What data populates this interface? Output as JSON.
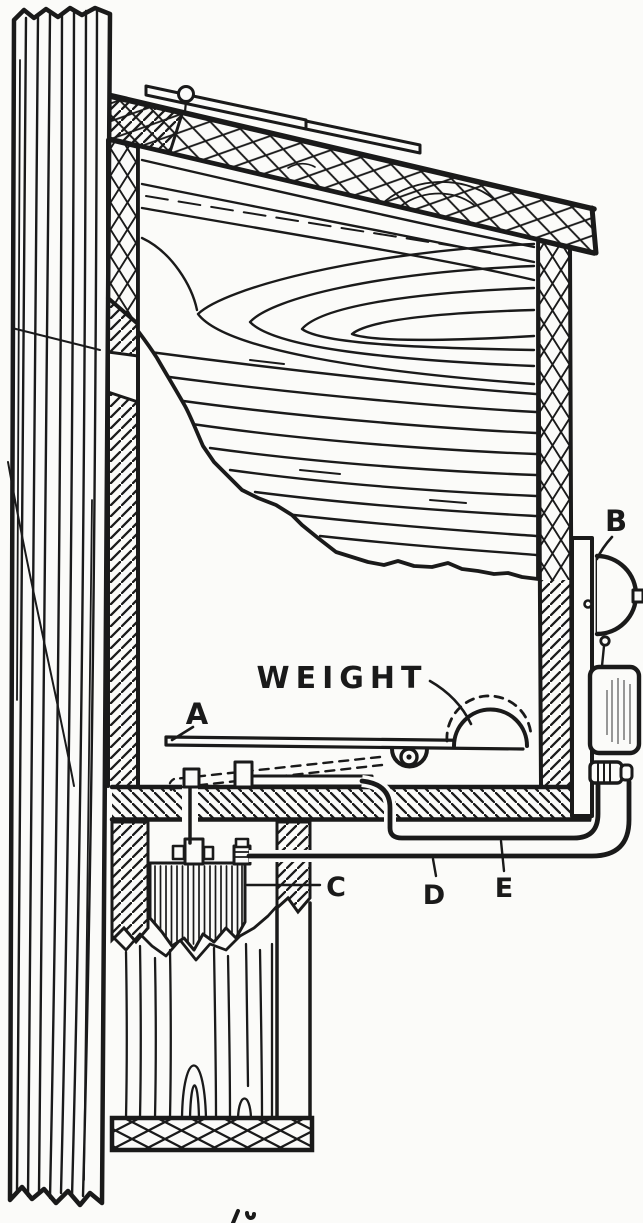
{
  "figure": {
    "kind": "sectional technical illustration",
    "subject": "tree-mounted bird-alarm feeder box with pivoting weighted platform, battery and electric bell",
    "labels": {
      "weight": "WEIGHT",
      "part_a": "A",
      "part_b": "B",
      "part_c": "C",
      "part_d": "D",
      "part_e": "E"
    },
    "colors": {
      "ink": "#1a1a1a",
      "paper": "#fbfbf9"
    }
  }
}
